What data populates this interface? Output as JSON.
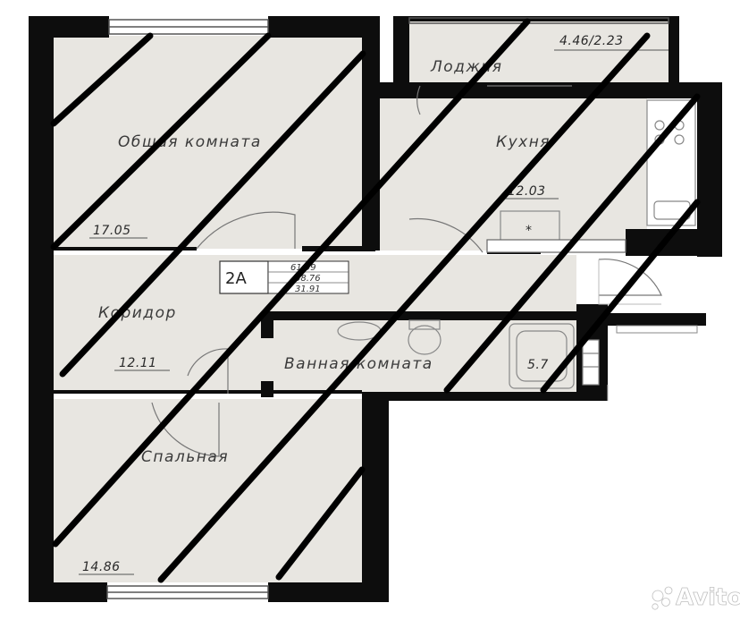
{
  "plan": {
    "type_code": "2A",
    "apartment_areas": [
      "61.99",
      "58.76",
      "31.91"
    ],
    "loggia_area": "4.46/2.23",
    "rooms": {
      "living": {
        "name": "Общая комната",
        "area": "17.05"
      },
      "loggia": {
        "name": "Лоджия"
      },
      "kitchen": {
        "name": "Кухня",
        "area": "12.03"
      },
      "corridor": {
        "name": "Коридор",
        "area": "12.11"
      },
      "bathroom": {
        "name": "Ванная комната",
        "area": "5.7"
      },
      "bedroom": {
        "name": "Спальная",
        "area": "14.86"
      }
    },
    "stove_mark": "*"
  },
  "watermark": {
    "text": "Avito",
    "icon": "avito-dots-icon"
  },
  "colors": {
    "wall": "#0d0d0d",
    "floor": "#e8e6e1",
    "stripe": "#000000"
  }
}
